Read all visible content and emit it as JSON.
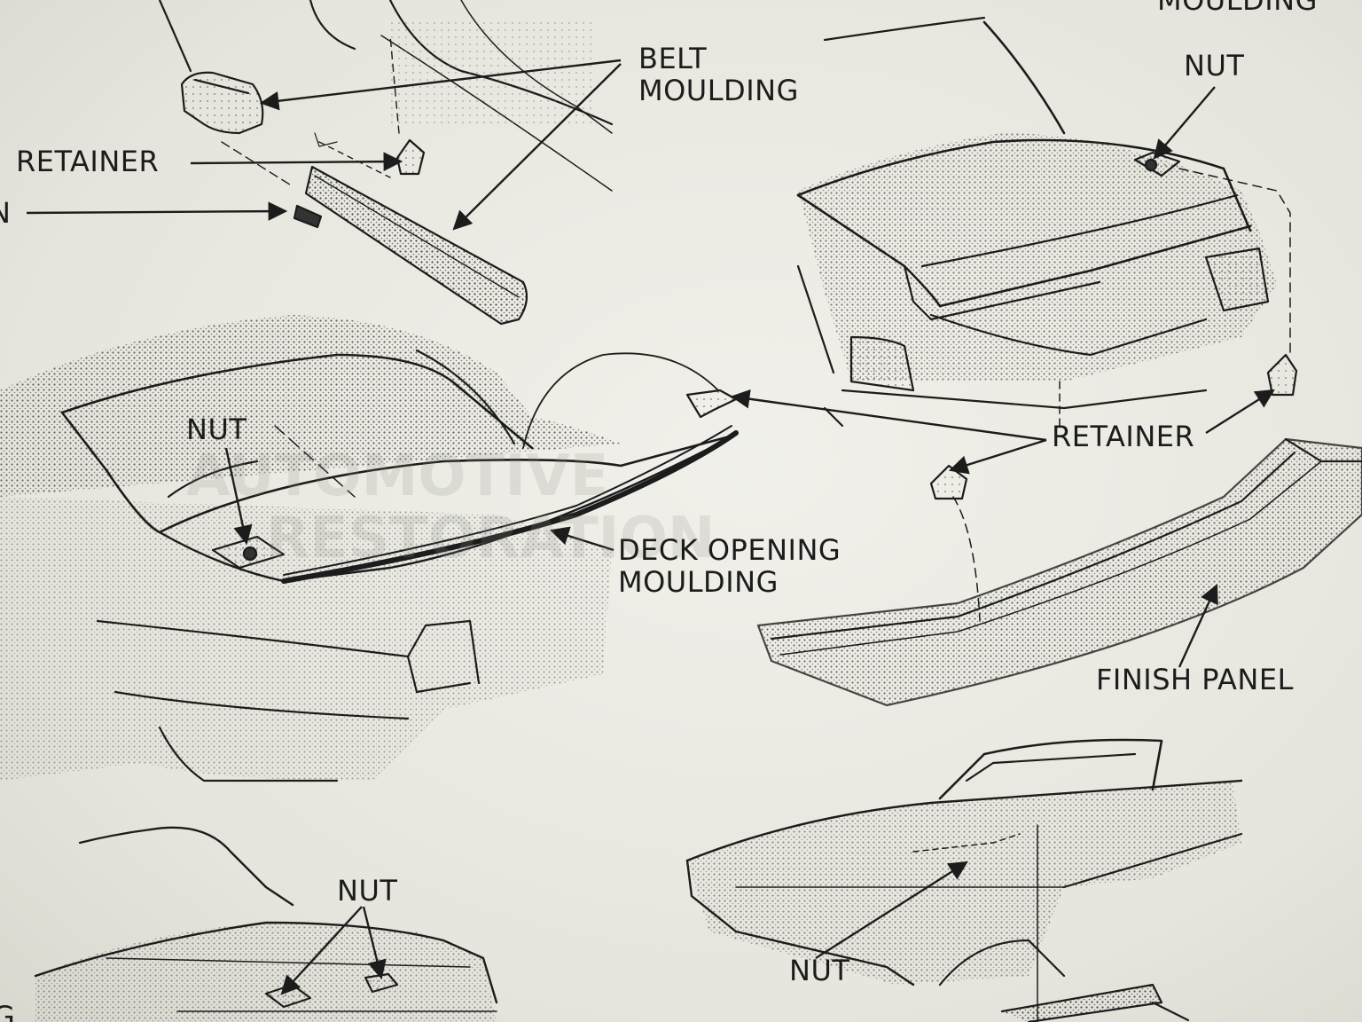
{
  "labels": {
    "moulding_top": "MOULDING",
    "belt_moulding": "BELT\nMOULDING",
    "nut_top_right": "NUT",
    "retainer_left": "RETAINER",
    "screw_partial": "N",
    "nut_center": "NUT",
    "retainer_right": "RETAINER",
    "deck_opening_moulding": "DECK OPENING\nMOULDING",
    "finish_panel": "FINISH PANEL",
    "nut_bottom_left": "NUT",
    "nut_bottom_right": "NUT",
    "edge_partial_left": "G"
  },
  "watermark": "AUTOMOTIVE\nRESTORATION"
}
